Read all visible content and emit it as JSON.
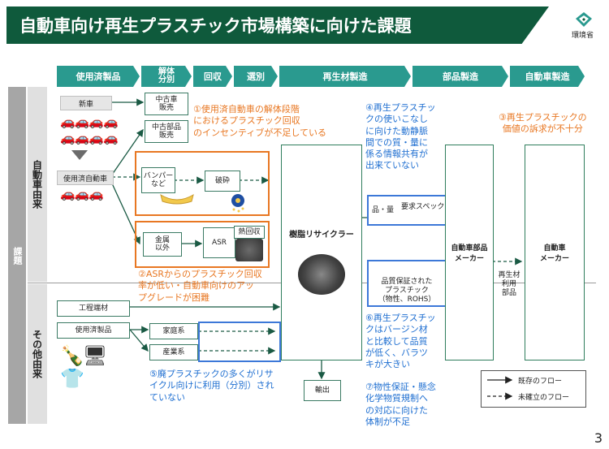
{
  "header": {
    "title": "自動車向け再生プラスチック市場構築に向けた課題",
    "org": "環境省"
  },
  "stages": [
    "使用済製品",
    "解体\n分別",
    "回収",
    "選別",
    "再生材製造",
    "部品製造",
    "自動車製造"
  ],
  "sidebar": {
    "main": "課題",
    "auto": "自動車由来",
    "other": "その他由来"
  },
  "sources": {
    "new_car": "新車",
    "used_car": "使用済自動車",
    "factory_scrap": "工程端材",
    "used_products": "使用済製品"
  },
  "boxes": {
    "used_car_sales": "中古車\n販売",
    "used_parts_sales": "中古部品\n販売",
    "bumper": "バンパー\nなど",
    "crush": "破砕",
    "metal": "金属\n以外",
    "asr": "ASR",
    "heat_recovery": "熱回収",
    "household": "家庭系",
    "industrial": "産業系",
    "recycler": "樹脂リサイクラー",
    "export": "輸出",
    "parts_maker": "自動車部品\nメーカー",
    "car_maker": "自動車\nメーカー",
    "recycled_parts": "再生材\n利用\n部品",
    "spec_quality": "品・量",
    "spec_req": "要求スペック",
    "quality_assured": "品質保証された\nプラスチック\n（物性、ROHS）"
  },
  "issues": {
    "i1": "①使用済自動車の解体段階\nにおけるプラスチック回収\nのインセンティブが不足している",
    "i2": "②ASRからのプラスチック回収\n率が低い・自動車向けのアッ\nプグレードが困難",
    "i3": "③再生プラスチックの\n価値の訴求が不十分",
    "i4": "④再生プラスチッ\nクの使いこなし\nに向けた動静脈\n間での質・量に\n係る情報共有が\n出来ていない",
    "i5": "⑤廃プラスチックの多くがリサ\nイクル向けに利用（分別）され\nていない",
    "i6": "⑥再生プラスチッ\nクはバージン材\nと比較して品質\nが低く、バラツ\nキが大きい",
    "i7": "⑦物性保証・懸念\n化学物質規制へ\nの対応に向けた\n体制が不足"
  },
  "legend": {
    "existing": "既存のフロー",
    "unestablished": "未確立のフロー"
  },
  "page_number": "3",
  "colors": {
    "header_green": "#0f5a3c",
    "stage_teal": "#2a9a8f",
    "issue_orange": "#e87722",
    "issue_blue": "#1f6fd1"
  }
}
